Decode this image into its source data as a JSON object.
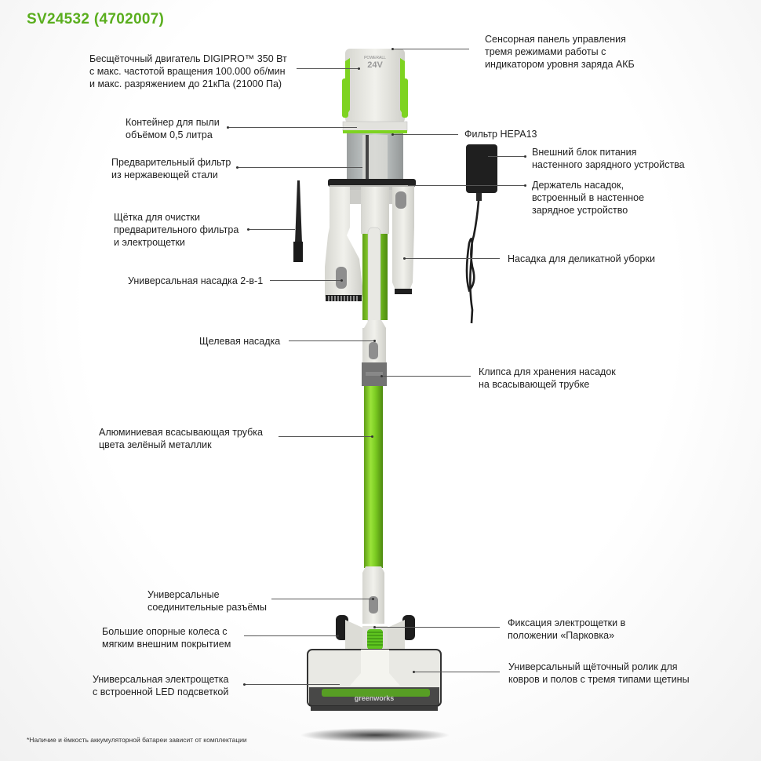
{
  "header": {
    "title": "SV24532  (4702007)",
    "title_color": "#5aae1e"
  },
  "product": {
    "brand_logo_text": "greenworks",
    "battery_badge_small": "POWERALL",
    "battery_badge_big": "24V",
    "accent_green": "#7ed321",
    "body_white": "#e8e8e3"
  },
  "callouts": {
    "motor": "Бесщёточный двигатель DIGIPRO™ 350 Вт\nс макс. частотой вращения 100.000 об/мин\nи макс. разряжением до 21кПа (21000 Па)",
    "touch_panel": "Сенсорная панель управления\nтремя режимами работы с\nиндикатором уровня заряда АКБ",
    "dust_container": "Контейнер для пыли\nобъёмом 0,5 литра",
    "hepa_filter": "Фильтр HEPA13",
    "prefilter": "Предварительный фильтр\nиз нержавеющей стали",
    "power_supply": "Внешний блок питания\nнастенного зарядного устройства",
    "nozzle_holder": "Держатель насадок,\nвстроенный в настенное\nзарядное устройство",
    "cleaning_brush": "Щётка для очистки\nпредварительного фильтра\nи электрощетки",
    "delicate_nozzle": "Насадка для деликатной уборки",
    "nozzle_2in1": "Универсальная насадка 2-в-1",
    "crevice_nozzle": "Щелевая насадка",
    "tube_clip": "Клипса для хранения насадок\nна всасывающей трубке",
    "aluminium_tube": "Алюминиевая всасывающая трубка\nцвета зелёный металлик",
    "connectors": "Универсальные\nсоединительные разъёмы",
    "wheels": "Большие опорные колеса с\nмягким внешним покрытием",
    "parking_lock": "Фиксация электрощетки в\nположении «Парковка»",
    "power_brush": "Универсальная электрощетка\nс встроенной LED подсветкой",
    "brush_roller": "Универсальный щёточный ролик для\nковров и полов с тремя типами щетины"
  },
  "footnote": "*Наличие и ёмкость аккумуляторной батареи зависит от комплектации"
}
